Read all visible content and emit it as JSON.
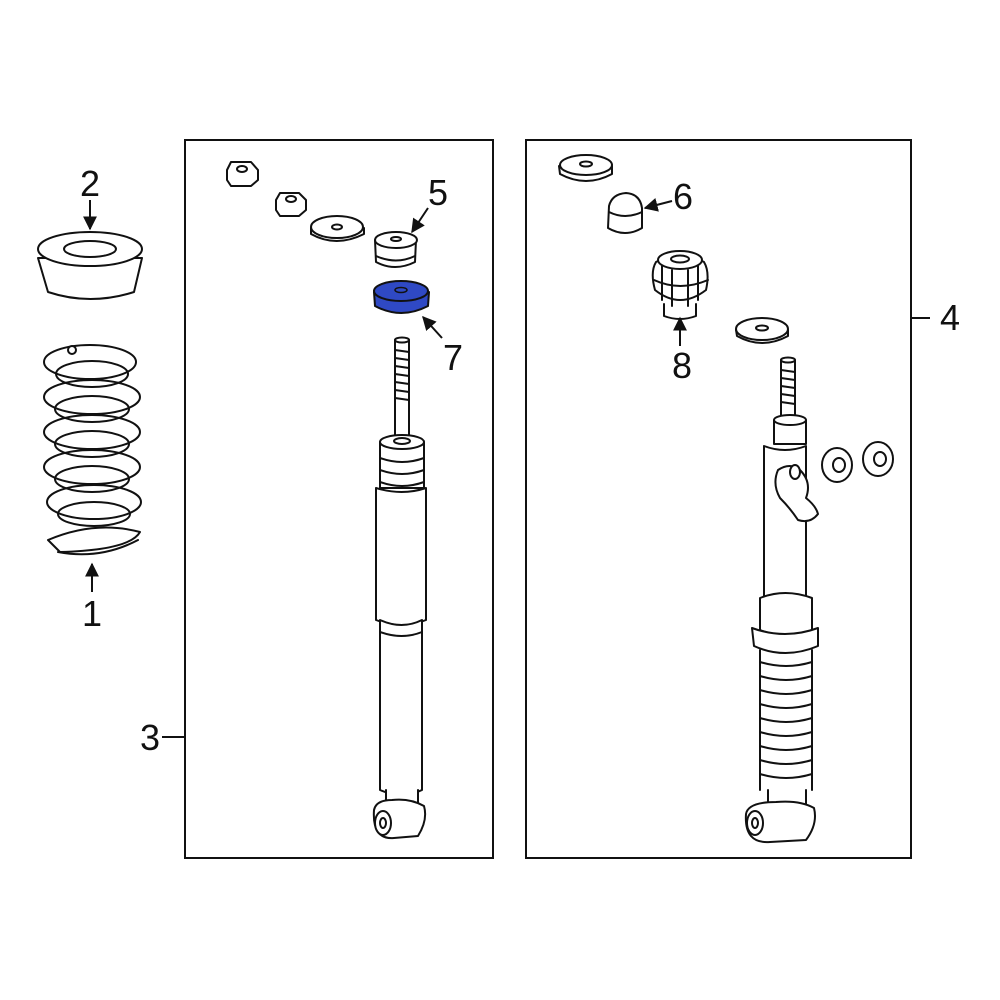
{
  "diagram": {
    "colors": {
      "line": "#111111",
      "fill": "#ffffff",
      "highlight": "#2f49c4"
    },
    "callouts": [
      {
        "id": "1",
        "label": "1"
      },
      {
        "id": "2",
        "label": "2"
      },
      {
        "id": "3",
        "label": "3"
      },
      {
        "id": "4",
        "label": "4"
      },
      {
        "id": "5",
        "label": "5"
      },
      {
        "id": "6",
        "label": "6"
      },
      {
        "id": "7",
        "label": "7"
      },
      {
        "id": "8",
        "label": "8"
      }
    ],
    "highlighted_part": "7"
  }
}
